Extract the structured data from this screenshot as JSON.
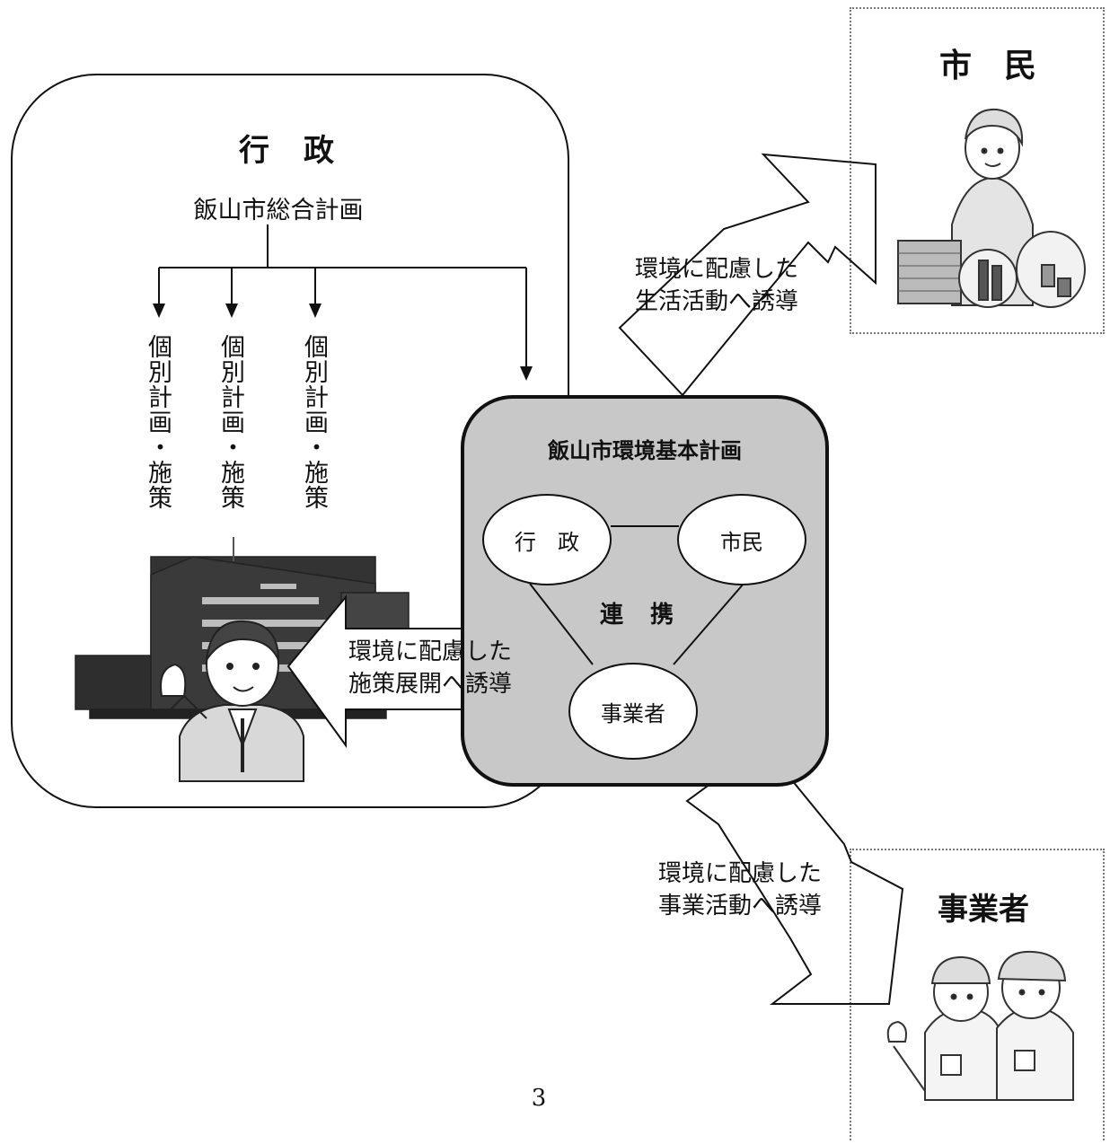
{
  "administration": {
    "title": "行　政",
    "master_plan": "飯山市総合計画",
    "individual_plans": [
      "個別計画・施策",
      "個別計画・施策",
      "個別計画・施策"
    ],
    "arrow_label_line1": "環境に配慮した",
    "arrow_label_line2": "施策展開へ誘導"
  },
  "basic_plan": {
    "title": "飯山市環境基本計画",
    "node_gov": "行　政",
    "node_citizen": "市民",
    "node_business": "事業者",
    "link_label": "連　携"
  },
  "citizens": {
    "title": "市　民",
    "arrow_label_line1": "環境に配慮した",
    "arrow_label_line2": "生活活動へ誘導"
  },
  "businesses": {
    "title": "事業者",
    "arrow_label_line1": "環境に配慮した",
    "arrow_label_line2": "事業活動へ誘導"
  },
  "page_number": "3",
  "colors": {
    "plan_fill": "#c8c8c8",
    "line": "#111111"
  },
  "icons": [
    "government-building-illustration",
    "official-person-illustration",
    "citizen-recycling-illustration",
    "workers-illustration"
  ]
}
